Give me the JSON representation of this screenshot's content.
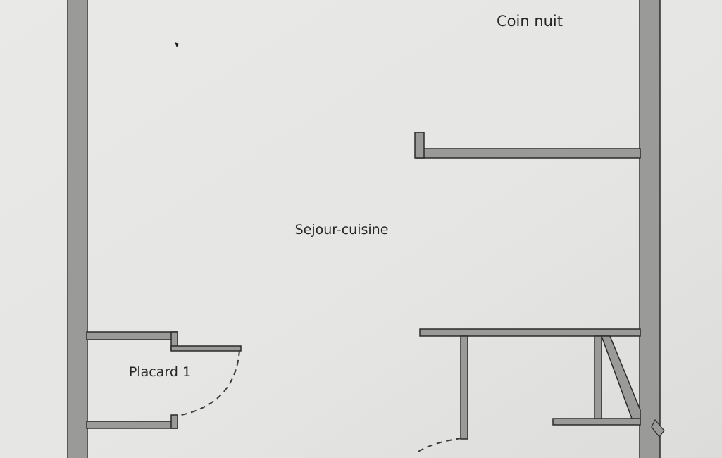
{
  "floor_plan": {
    "rooms": [
      {
        "id": "coin-nuit",
        "label": "Coin nuit"
      },
      {
        "id": "sejour-cuisine",
        "label": "Sejour-cuisine"
      },
      {
        "id": "placard-1",
        "label": "Placard 1"
      }
    ],
    "colors": {
      "background": "#e6e6e4",
      "wall_fill": "#9a9a98",
      "wall_stroke": "#2b2b2b",
      "label": "#262626",
      "door_swing": "#3a3a3a"
    }
  }
}
